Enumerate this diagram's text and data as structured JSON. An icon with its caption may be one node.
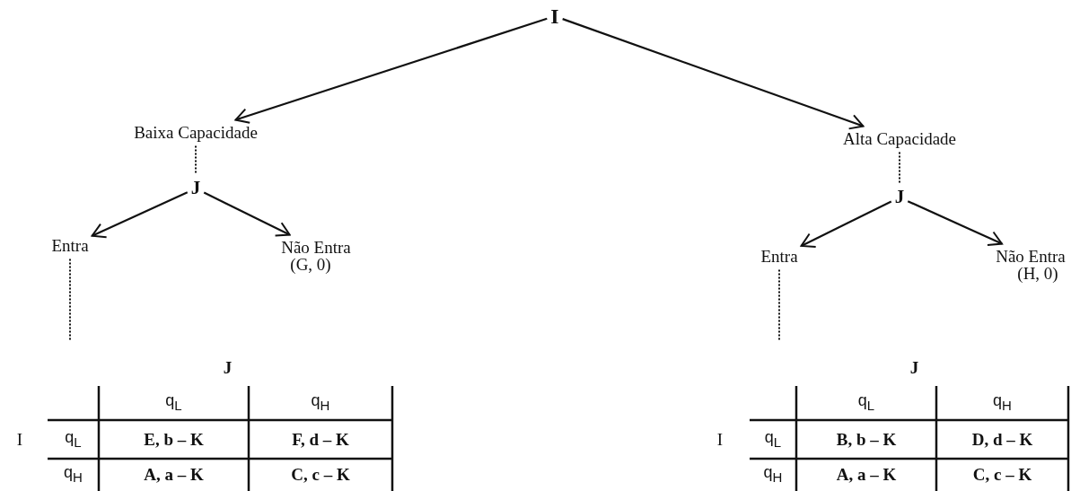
{
  "diagram": {
    "nodes": [
      {
        "text": [
          "I"
        ]
      },
      {
        "text": [
          "Baixa Capacidade"
        ]
      },
      {
        "text": [
          "J"
        ]
      },
      {
        "text": [
          "Entra"
        ]
      },
      {
        "text": [
          "Não Entra"
        ],
        "beside": [
          "(G, 0)"
        ]
      },
      {
        "text": [
          "J",
          "q$_{L}$",
          "q$_{H}$",
          "I",
          "q$_{L}$",
          "E, b – K",
          "F, d – K",
          "q$_{H}$",
          "A, a – K",
          "C, c – K"
        ]
      },
      {
        "text": [
          "Alta Capacidade"
        ]
      },
      {
        "text": [
          "J"
        ]
      },
      {
        "text": [
          "Entra"
        ]
      },
      {
        "text": [
          "Não Entra"
        ],
        "beside": [
          "(H, 0)"
        ]
      },
      {
        "text": [
          "J",
          "q$_{L}$",
          "q$_{H}$",
          "I",
          "q$_{L}$",
          "B, b – K",
          "D, d – K",
          "q$_{H}$",
          "A, a – K",
          "C, c – K"
        ]
      }
    ],
    "edges": [
      {
        "from": 0,
        "to": 1,
        "arrow": "to"
      },
      {
        "from": 0,
        "to": 6,
        "arrow": "to"
      },
      {
        "from": 1,
        "to": 2,
        "arrow": "none",
        "style": "dashed"
      },
      {
        "from": 2,
        "to": 3,
        "arrow": "to"
      },
      {
        "from": 2,
        "to": 4,
        "arrow": "to"
      },
      {
        "from": 3,
        "to": 5,
        "arrow": "none",
        "style": "dashed"
      },
      {
        "from": 6,
        "to": 7,
        "arrow": "none",
        "style": "dashed"
      },
      {
        "from": 7,
        "to": 8,
        "arrow": "to"
      },
      {
        "from": 7,
        "to": 9,
        "arrow": "to"
      },
      {
        "from": 8,
        "to": 10,
        "arrow": "none",
        "style": "dashed"
      }
    ]
  }
}
